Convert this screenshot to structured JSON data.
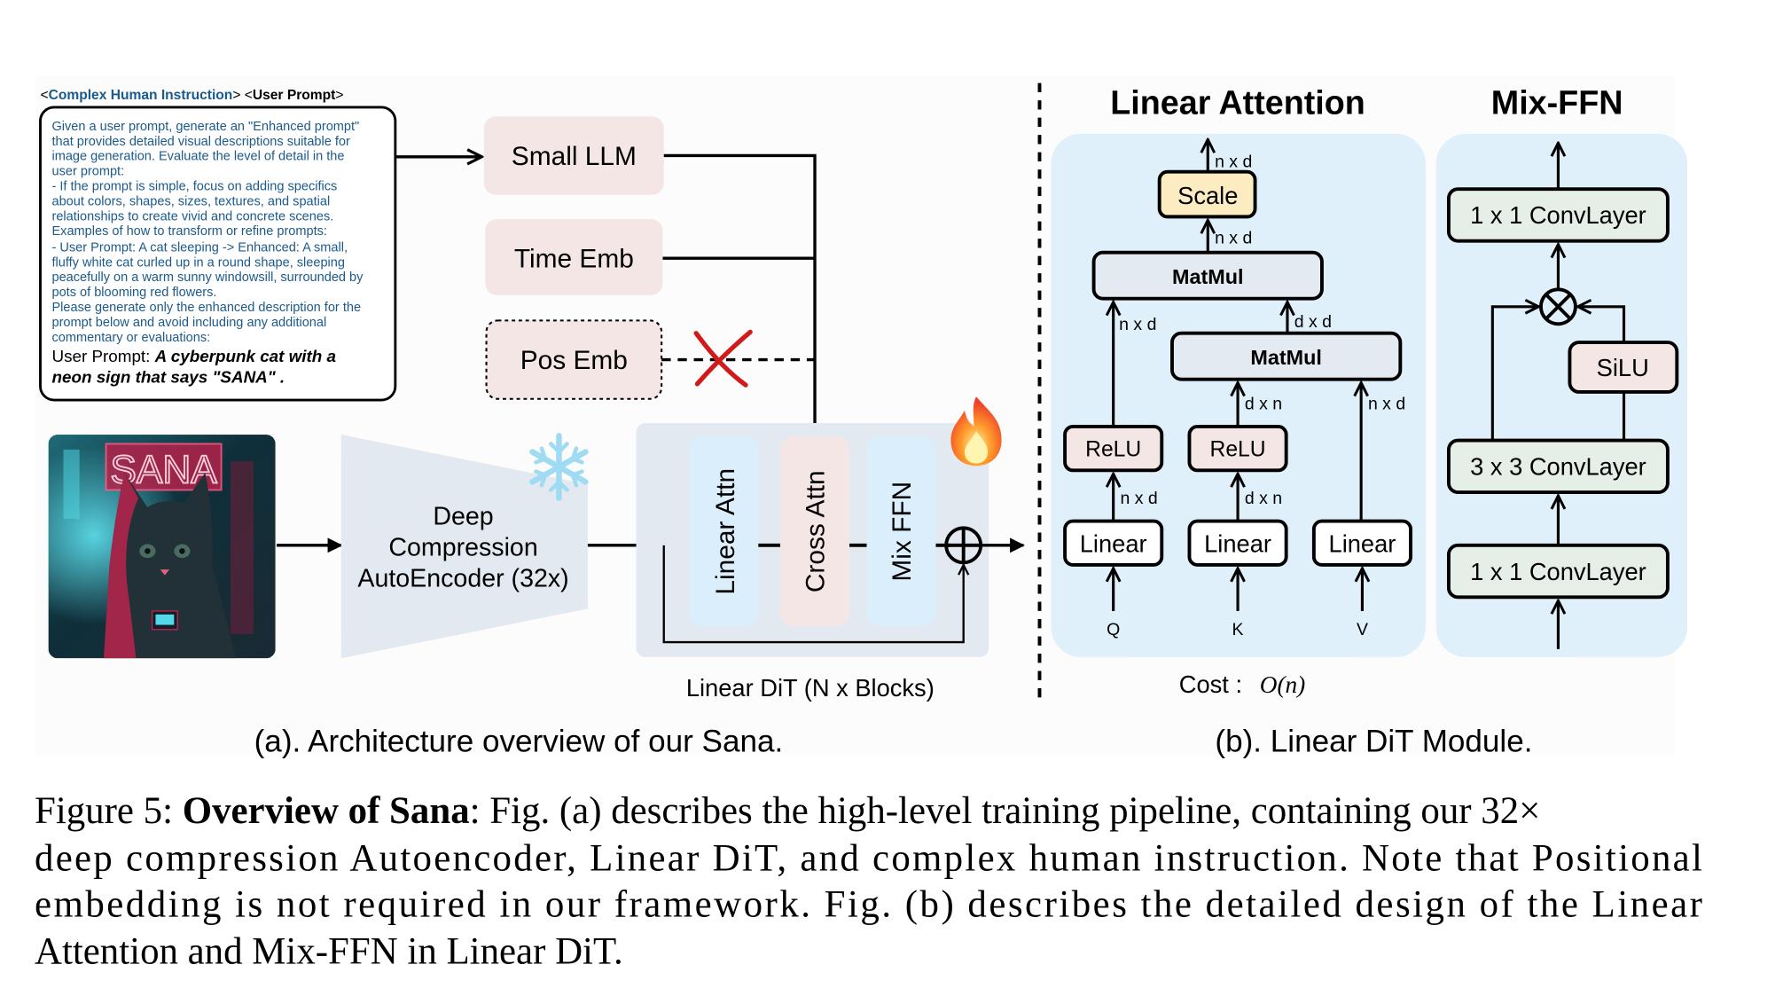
{
  "figure": {
    "panel_a": {
      "instruction_header": {
        "complex_label": "Complex Human Instruction",
        "user_label": "User Prompt"
      },
      "instruction_lines": [
        "Given a user prompt, generate an \"Enhanced prompt\"",
        "that provides detailed visual descriptions suitable for",
        "image generation. Evaluate the level of detail in the",
        "user prompt:",
        "- If the prompt is simple, focus on adding specifics",
        "about colors, shapes, sizes, textures, and spatial",
        "relationships to create vivid and concrete scenes.",
        "Examples of how to transform or refine prompts:",
        "- User Prompt: A cat sleeping -> Enhanced: A small,",
        "fluffy white cat curled up in a round shape, sleeping",
        "peacefully on a warm sunny windowsill, surrounded by",
        "pots of blooming red flowers.",
        "Please generate only the enhanced description for the",
        "prompt below and avoid including any additional",
        "commentary or evaluations:"
      ],
      "user_prompt_prefix": "User Prompt:",
      "user_prompt_line1": "A cyberpunk cat with a",
      "user_prompt_line2": "neon sign that says \"SANA\" .",
      "small_llm": "Small LLM",
      "time_emb": "Time Emb",
      "pos_emb": "Pos Emb",
      "image_sign_text": "SANA",
      "encoder_lines": [
        "Deep",
        "Compression",
        "AutoEncoder (32x)"
      ],
      "dit_blocks": [
        "Linear Attn",
        "Cross Attn",
        "Mix FFN"
      ],
      "dit_label": "Linear DiT (N x Blocks)",
      "caption": "(a). Architecture overview of our Sana.",
      "frozen_icon": "snowflake-icon",
      "trainable_icon": "fire-icon",
      "removed_icon": "red-x-icon"
    },
    "panel_b": {
      "linear_attention": {
        "title": "Linear Attention",
        "scale": "Scale",
        "matmul_top": "MatMul",
        "matmul_inner": "MatMul",
        "relu_q": "ReLU",
        "relu_k": "ReLU",
        "linear_q": "Linear",
        "linear_k": "Linear",
        "linear_v": "Linear",
        "inputs": [
          "Q",
          "K",
          "V"
        ],
        "dims": {
          "out": "n x d",
          "scale_in": "n x d",
          "q_to_matmul": "n x d",
          "kv_to_matmul": "d x d",
          "k_relu_out": "d x n",
          "v_out": "n x d",
          "q_linear_out": "n x d",
          "k_linear_out": "d x n"
        },
        "cost_label": "Cost :",
        "cost_value": "O(n)"
      },
      "mix_ffn": {
        "title": "Mix-FFN",
        "conv_top": "1 x 1 ConvLayer",
        "silu": "SiLU",
        "conv_mid": "3 x 3 ConvLayer",
        "conv_bottom": "1 x 1 ConvLayer"
      },
      "caption": "(b). Linear DiT Module."
    },
    "colors": {
      "pink_box": "#f5e6e6",
      "blue_panel": "#dff0fb",
      "gray_block": "#e4eaf1",
      "scale_fill": "#fdecc1",
      "conv_fill": "#e6efe7",
      "instruction_text": "#1b5a8c",
      "cross_red": "#d11a1a"
    }
  },
  "caption": {
    "figure_number": "Figure 5:",
    "bold_title": "Overview of Sana",
    "line1_rest": ": Fig. (a) describes the high-level training pipeline, containing our 32×",
    "line2": "deep compression Autoencoder, Linear DiT, and complex human instruction.  Note that Positional",
    "line3": "embedding is not required in our framework.  Fig. (b) describes the detailed design of the Linear",
    "line4": "Attention and Mix-FFN in Linear DiT."
  }
}
